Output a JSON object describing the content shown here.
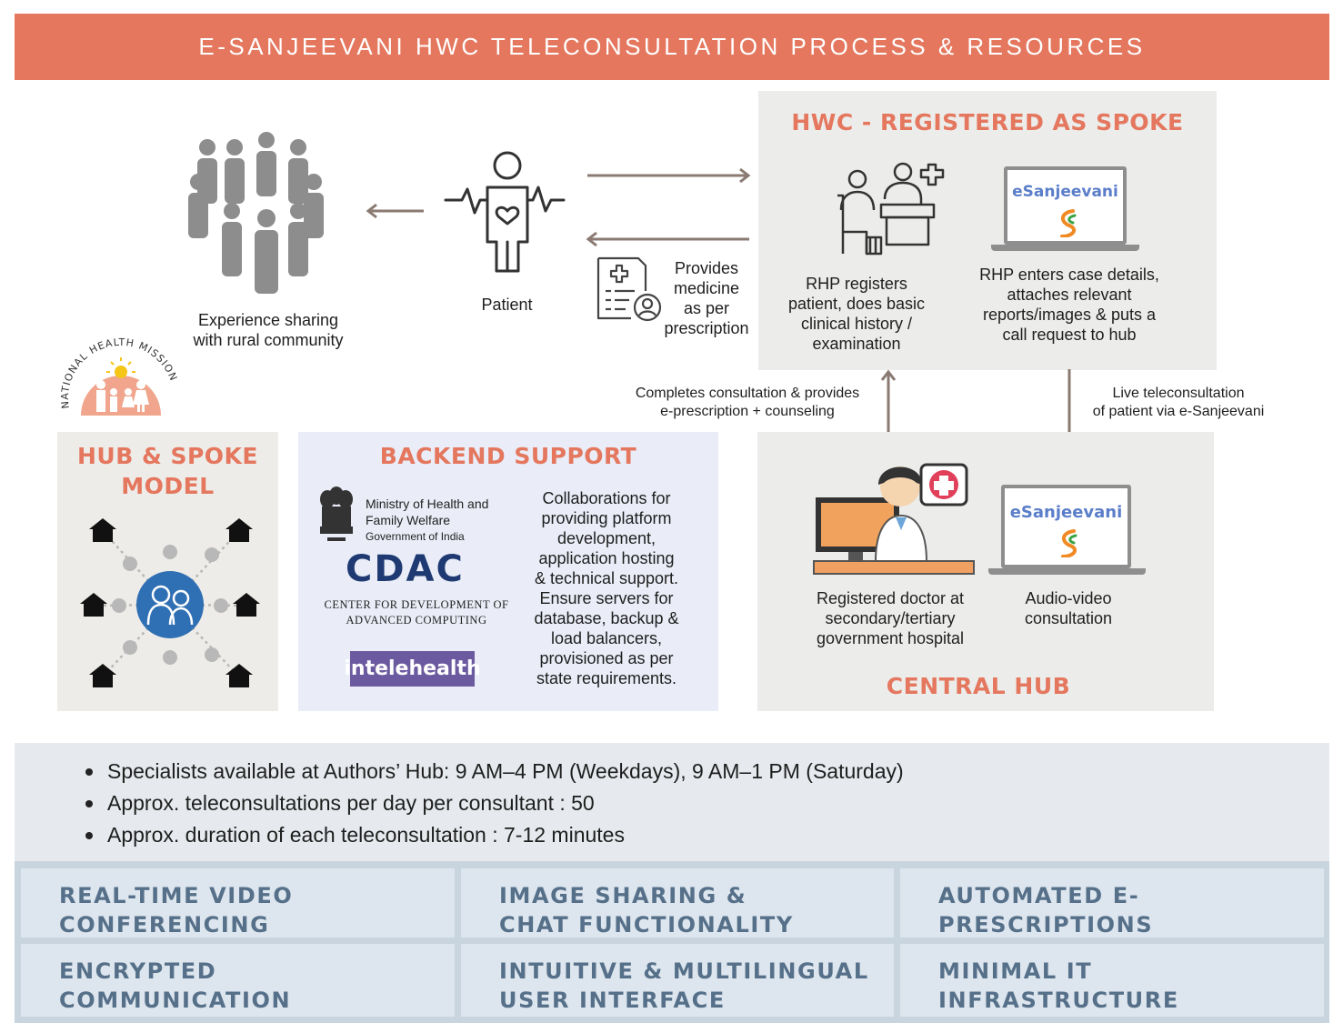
{
  "header": {
    "title": "E-SANJEEVANI HWC TELECONSULTATION PROCESS & RESOURCES"
  },
  "community": {
    "caption": "Experience sharing\nwith rural community"
  },
  "patient": {
    "caption": "Patient"
  },
  "medicine": {
    "caption": "Provides\nmedicine\nas per\nprescription"
  },
  "nhm_logo": {
    "text": "NATIONAL HEALTH MISSION"
  },
  "spoke": {
    "title": "HWC - REGISTERED AS SPOKE",
    "rhp_register": "RHP registers\npatient, does basic\nclinical history /\nexamination",
    "rhp_enter": "RHP enters case details,\nattaches relevant\nreports/images & puts a\ncall request to hub",
    "laptop_brand": "eSanjeevani"
  },
  "arrows": {
    "completes": "Completes consultation & provides\ne-prescription + counseling",
    "live": "Live teleconsultation\nof patient via e-Sanjeevani"
  },
  "hub_spoke": {
    "title": "HUB & SPOKE\nMODEL"
  },
  "backend": {
    "title": "BACKEND SUPPORT",
    "ministry_line1": "Ministry of Health and",
    "ministry_line2": "Family Welfare",
    "ministry_line3": "Government of India",
    "cdac_logo": "CDAC",
    "cdac_line1": "CENTER FOR DEVELOPMENT OF",
    "cdac_line2": "ADVANCED COMPUTING",
    "intelehealth": "intelehealth",
    "description": "Collaborations for\nproviding platform\ndevelopment,\napplication hosting\n& technical support.\nEnsure servers for\ndatabase, backup &\nload balancers,\nprovisioned as per\nstate requirements."
  },
  "hub": {
    "title": "CENTRAL HUB",
    "doctor_caption": "Registered doctor at\nsecondary/tertiary\ngovernment hospital",
    "av_caption": "Audio-video\nconsultation",
    "laptop_brand": "eSanjeevani"
  },
  "info": {
    "bullets": [
      "Specialists available at Authors’ Hub: 9 AM–4 PM (Weekdays), 9 AM–1 PM (Saturday)",
      "Approx. teleconsultations per day per consultant : 50",
      "Approx. duration of each teleconsultation : 7-12 minutes"
    ]
  },
  "features": [
    "REAL-TIME VIDEO\nCONFERENCING",
    "IMAGE SHARING &\nCHAT FUNCTIONALITY",
    "AUTOMATED E-\nPRESCRIPTIONS",
    "ENCRYPTED\nCOMMUNICATION",
    "INTUITIVE & MULTILINGUAL\nUSER INTERFACE",
    "MINIMAL IT\nINFRASTRUCTURE"
  ],
  "colors": {
    "accent": "#e4775e",
    "panel": "#ececea",
    "backend_panel": "#eaedf7",
    "feature_text": "#56708a",
    "arrow": "#8a7a72"
  }
}
